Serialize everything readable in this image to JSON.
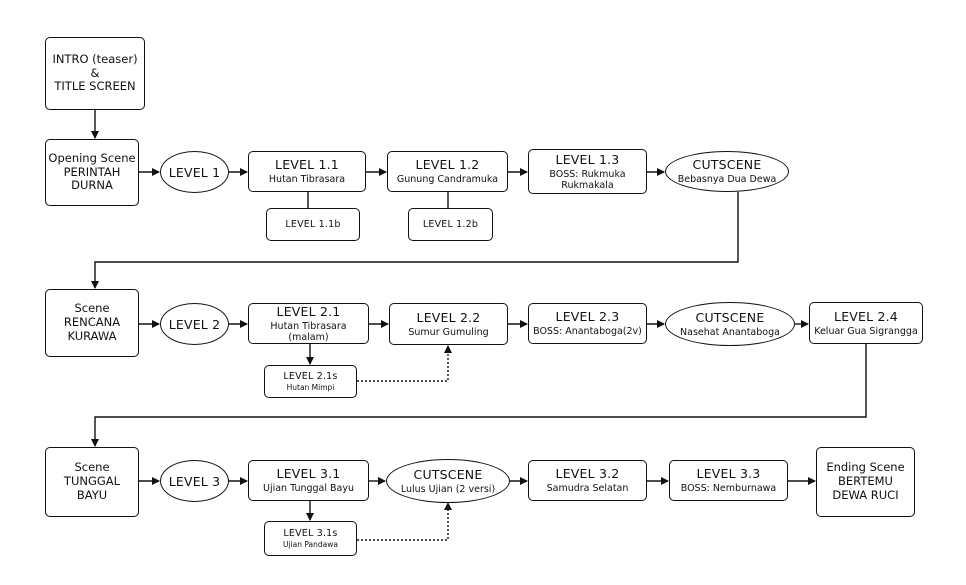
{
  "nodes": {
    "intro": {
      "lines": [
        "INTRO (teaser)",
        "&",
        "TITLE SCREEN"
      ]
    },
    "opening": {
      "lines": [
        "Opening Scene",
        "PERINTAH",
        "DURNA"
      ]
    },
    "level1": {
      "title": "LEVEL 1"
    },
    "l11": {
      "title": "LEVEL 1.1",
      "sub": "Hutan Tibrasara"
    },
    "l11b": {
      "title": "LEVEL 1.1b"
    },
    "l12": {
      "title": "LEVEL 1.2",
      "sub": "Gunung Candramuka"
    },
    "l12b": {
      "title": "LEVEL 1.2b"
    },
    "l13": {
      "title": "LEVEL 1.3",
      "sub": "BOSS: Rukmuka Rukmakala"
    },
    "cut1": {
      "title": "CUTSCENE",
      "sub": "Bebasnya Dua Dewa"
    },
    "scene2": {
      "lines": [
        "Scene",
        "RENCANA",
        "KURAWA"
      ]
    },
    "level2": {
      "title": "LEVEL 2"
    },
    "l21": {
      "title": "LEVEL 2.1",
      "sub": "Hutan Tibrasara (malam)"
    },
    "l21s": {
      "title": "LEVEL 2.1s",
      "sub": "Hutan Mimpi"
    },
    "l22": {
      "title": "LEVEL 2.2",
      "sub": "Sumur Gumuling"
    },
    "l23": {
      "title": "LEVEL 2.3",
      "sub": "BOSS: Anantaboga(2v)"
    },
    "cut2": {
      "title": "CUTSCENE",
      "sub": "Nasehat Anantaboga"
    },
    "l24": {
      "title": "LEVEL 2.4",
      "sub": "Keluar Gua Sigrangga"
    },
    "scene3": {
      "lines": [
        "Scene",
        "TUNGGAL",
        "BAYU"
      ]
    },
    "level3": {
      "title": "LEVEL 3"
    },
    "l31": {
      "title": "LEVEL 3.1",
      "sub": "Ujian Tunggal Bayu"
    },
    "l31s": {
      "title": "LEVEL 3.1s",
      "sub": "Ujian Pandawa"
    },
    "cut3": {
      "title": "CUTSCENE",
      "sub": "Lulus Ujian (2 versi)"
    },
    "l32": {
      "title": "LEVEL 3.2",
      "sub": "Samudra Selatan"
    },
    "l33": {
      "title": "LEVEL 3.3",
      "sub": "BOSS: Nemburnawa"
    },
    "ending": {
      "lines": [
        "Ending Scene",
        "BERTEMU",
        "DEWA RUCI"
      ]
    }
  }
}
